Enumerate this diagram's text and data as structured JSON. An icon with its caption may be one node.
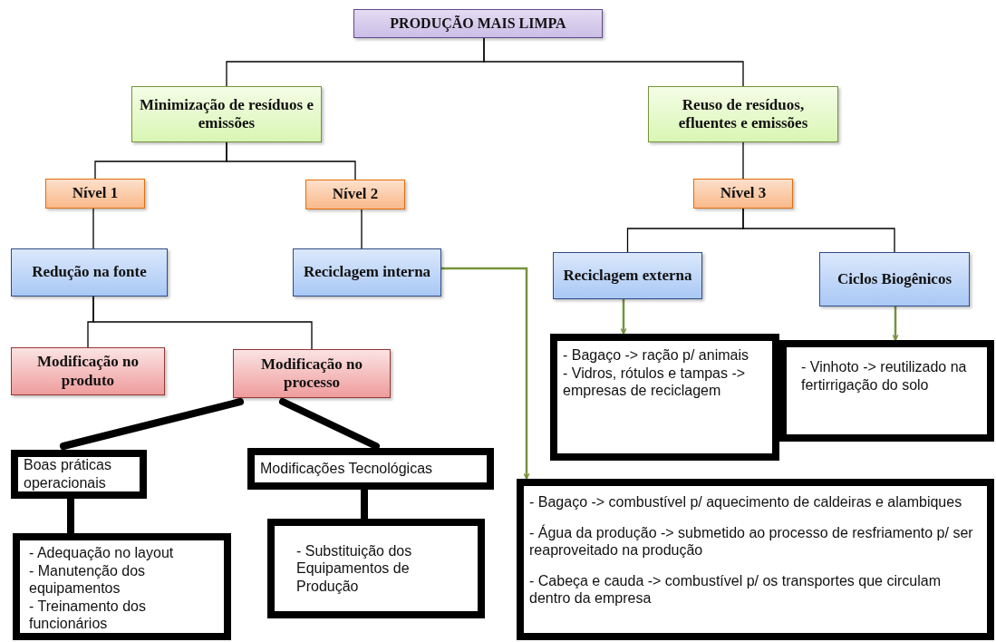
{
  "diagram": {
    "nodes": [
      {
        "text": [
          "PRODUÇÃO MAIS LIMPA"
        ]
      },
      {
        "text": [
          "Minimização de resíduos e emissões"
        ]
      },
      {
        "text": [
          "Reuso de resíduos, efluentes e emissões"
        ]
      },
      {
        "text": [
          "Nível 1"
        ]
      },
      {
        "text": [
          "Nível 2"
        ]
      },
      {
        "text": [
          "Nível 3"
        ]
      },
      {
        "text": [
          "Redução na fonte"
        ]
      },
      {
        "text": [
          "Reciclagem interna"
        ]
      },
      {
        "text": [
          "Reciclagem externa"
        ]
      },
      {
        "text": [
          "Ciclos Biogênicos"
        ]
      },
      {
        "text": [
          "Modificação no produto"
        ]
      },
      {
        "text": [
          "Modificação no processo"
        ]
      },
      {
        "text": [
          "Boas práticas operacionais"
        ]
      },
      {
        "text": [
          "Modificações Tecnológicas"
        ]
      },
      {
        "text": [
          "- Adequação no layout",
          "- Manutenção dos equipamentos",
          "- Treinamento dos funcionários"
        ]
      },
      {
        "text": [
          "- Substituição dos Equipamentos de Produção"
        ]
      },
      {
        "text": [
          "- Bagaço -> ração p/ animais",
          "- Vidros, rótulos e tampas -> empresas de reciclagem"
        ]
      },
      {
        "text": [
          "- Vinhoto -> reutilizado na fertirrigação do solo"
        ]
      },
      {
        "text": [
          "- Bagaço -> combustível p/ aquecimento de caldeiras e alambiques",
          "- Água da produção -> submetido ao processo de resfriamento p/ ser reaproveitado na produção",
          "- Cabeça e cauda -> combustível p/ os transportes que circulam dentro da empresa"
        ]
      }
    ],
    "edges": [
      {
        "from": 0,
        "to": 1,
        "arrow": "none"
      },
      {
        "from": 0,
        "to": 2,
        "arrow": "none"
      },
      {
        "from": 1,
        "to": 3,
        "arrow": "none"
      },
      {
        "from": 1,
        "to": 4,
        "arrow": "none"
      },
      {
        "from": 2,
        "to": 5,
        "arrow": "none"
      },
      {
        "from": 3,
        "to": 6,
        "arrow": "none"
      },
      {
        "from": 4,
        "to": 7,
        "arrow": "none"
      },
      {
        "from": 5,
        "to": 8,
        "arrow": "none"
      },
      {
        "from": 5,
        "to": 9,
        "arrow": "none"
      },
      {
        "from": 6,
        "to": 10,
        "arrow": "none"
      },
      {
        "from": 6,
        "to": 11,
        "arrow": "none"
      },
      {
        "from": 11,
        "to": 12,
        "arrow": "none",
        "style": "thick"
      },
      {
        "from": 11,
        "to": 13,
        "arrow": "none",
        "style": "thick"
      },
      {
        "from": 12,
        "to": 14,
        "arrow": "none",
        "style": "thick"
      },
      {
        "from": 13,
        "to": 15,
        "arrow": "none",
        "style": "thick"
      },
      {
        "from": 7,
        "to": 18,
        "arrow": "to",
        "color": "#77933c"
      },
      {
        "from": 8,
        "to": 16,
        "arrow": "to",
        "color": "#77933c"
      },
      {
        "from": 9,
        "to": 17,
        "arrow": "to",
        "color": "#77933c"
      }
    ]
  }
}
